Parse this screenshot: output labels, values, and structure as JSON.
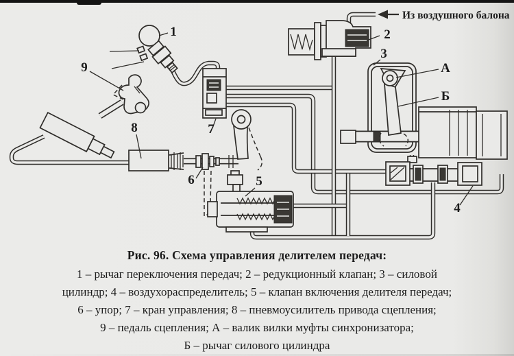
{
  "figure": {
    "source_note": "Из воздушного балона",
    "labels": {
      "1": "1",
      "2": "2",
      "3": "3",
      "4": "4",
      "5": "5",
      "6": "6",
      "7": "7",
      "8": "8",
      "9": "9",
      "A": "А",
      "B": "Б"
    },
    "caption": {
      "title": "Рис. 96. Схема управления делителем передач:",
      "lines": [
        "1 – рычаг переключения передач; 2 – редукционный клапан; 3 – силовой",
        "цилиндр; 4 – воздухораспределитель; 5 – клапан включения делителя передач;",
        "6 – упор; 7 – кран управления; 8 – пневмоусилитель привода сцепления;",
        "9 – педаль сцепления; А – валик вилки муфты синхронизатора;",
        "Б – рычаг силового цилиндра"
      ]
    },
    "legend_items": [
      {
        "key": "1",
        "desc": "рычаг переключения передач"
      },
      {
        "key": "2",
        "desc": "редукционный клапан"
      },
      {
        "key": "3",
        "desc": "силовой цилиндр"
      },
      {
        "key": "4",
        "desc": "воздухораспределитель"
      },
      {
        "key": "5",
        "desc": "клапан включения делителя передач"
      },
      {
        "key": "6",
        "desc": "упор"
      },
      {
        "key": "7",
        "desc": "кран управления"
      },
      {
        "key": "8",
        "desc": "пневмоусилитель привода сцепления"
      },
      {
        "key": "9",
        "desc": "педаль сцепления"
      },
      {
        "key": "А",
        "desc": "валик вилки муфты синхронизатора"
      },
      {
        "key": "Б",
        "desc": "рычаг силового цилиндра"
      }
    ],
    "ink_color": "#2f2d2a",
    "paper_color": "#eaeae8"
  }
}
